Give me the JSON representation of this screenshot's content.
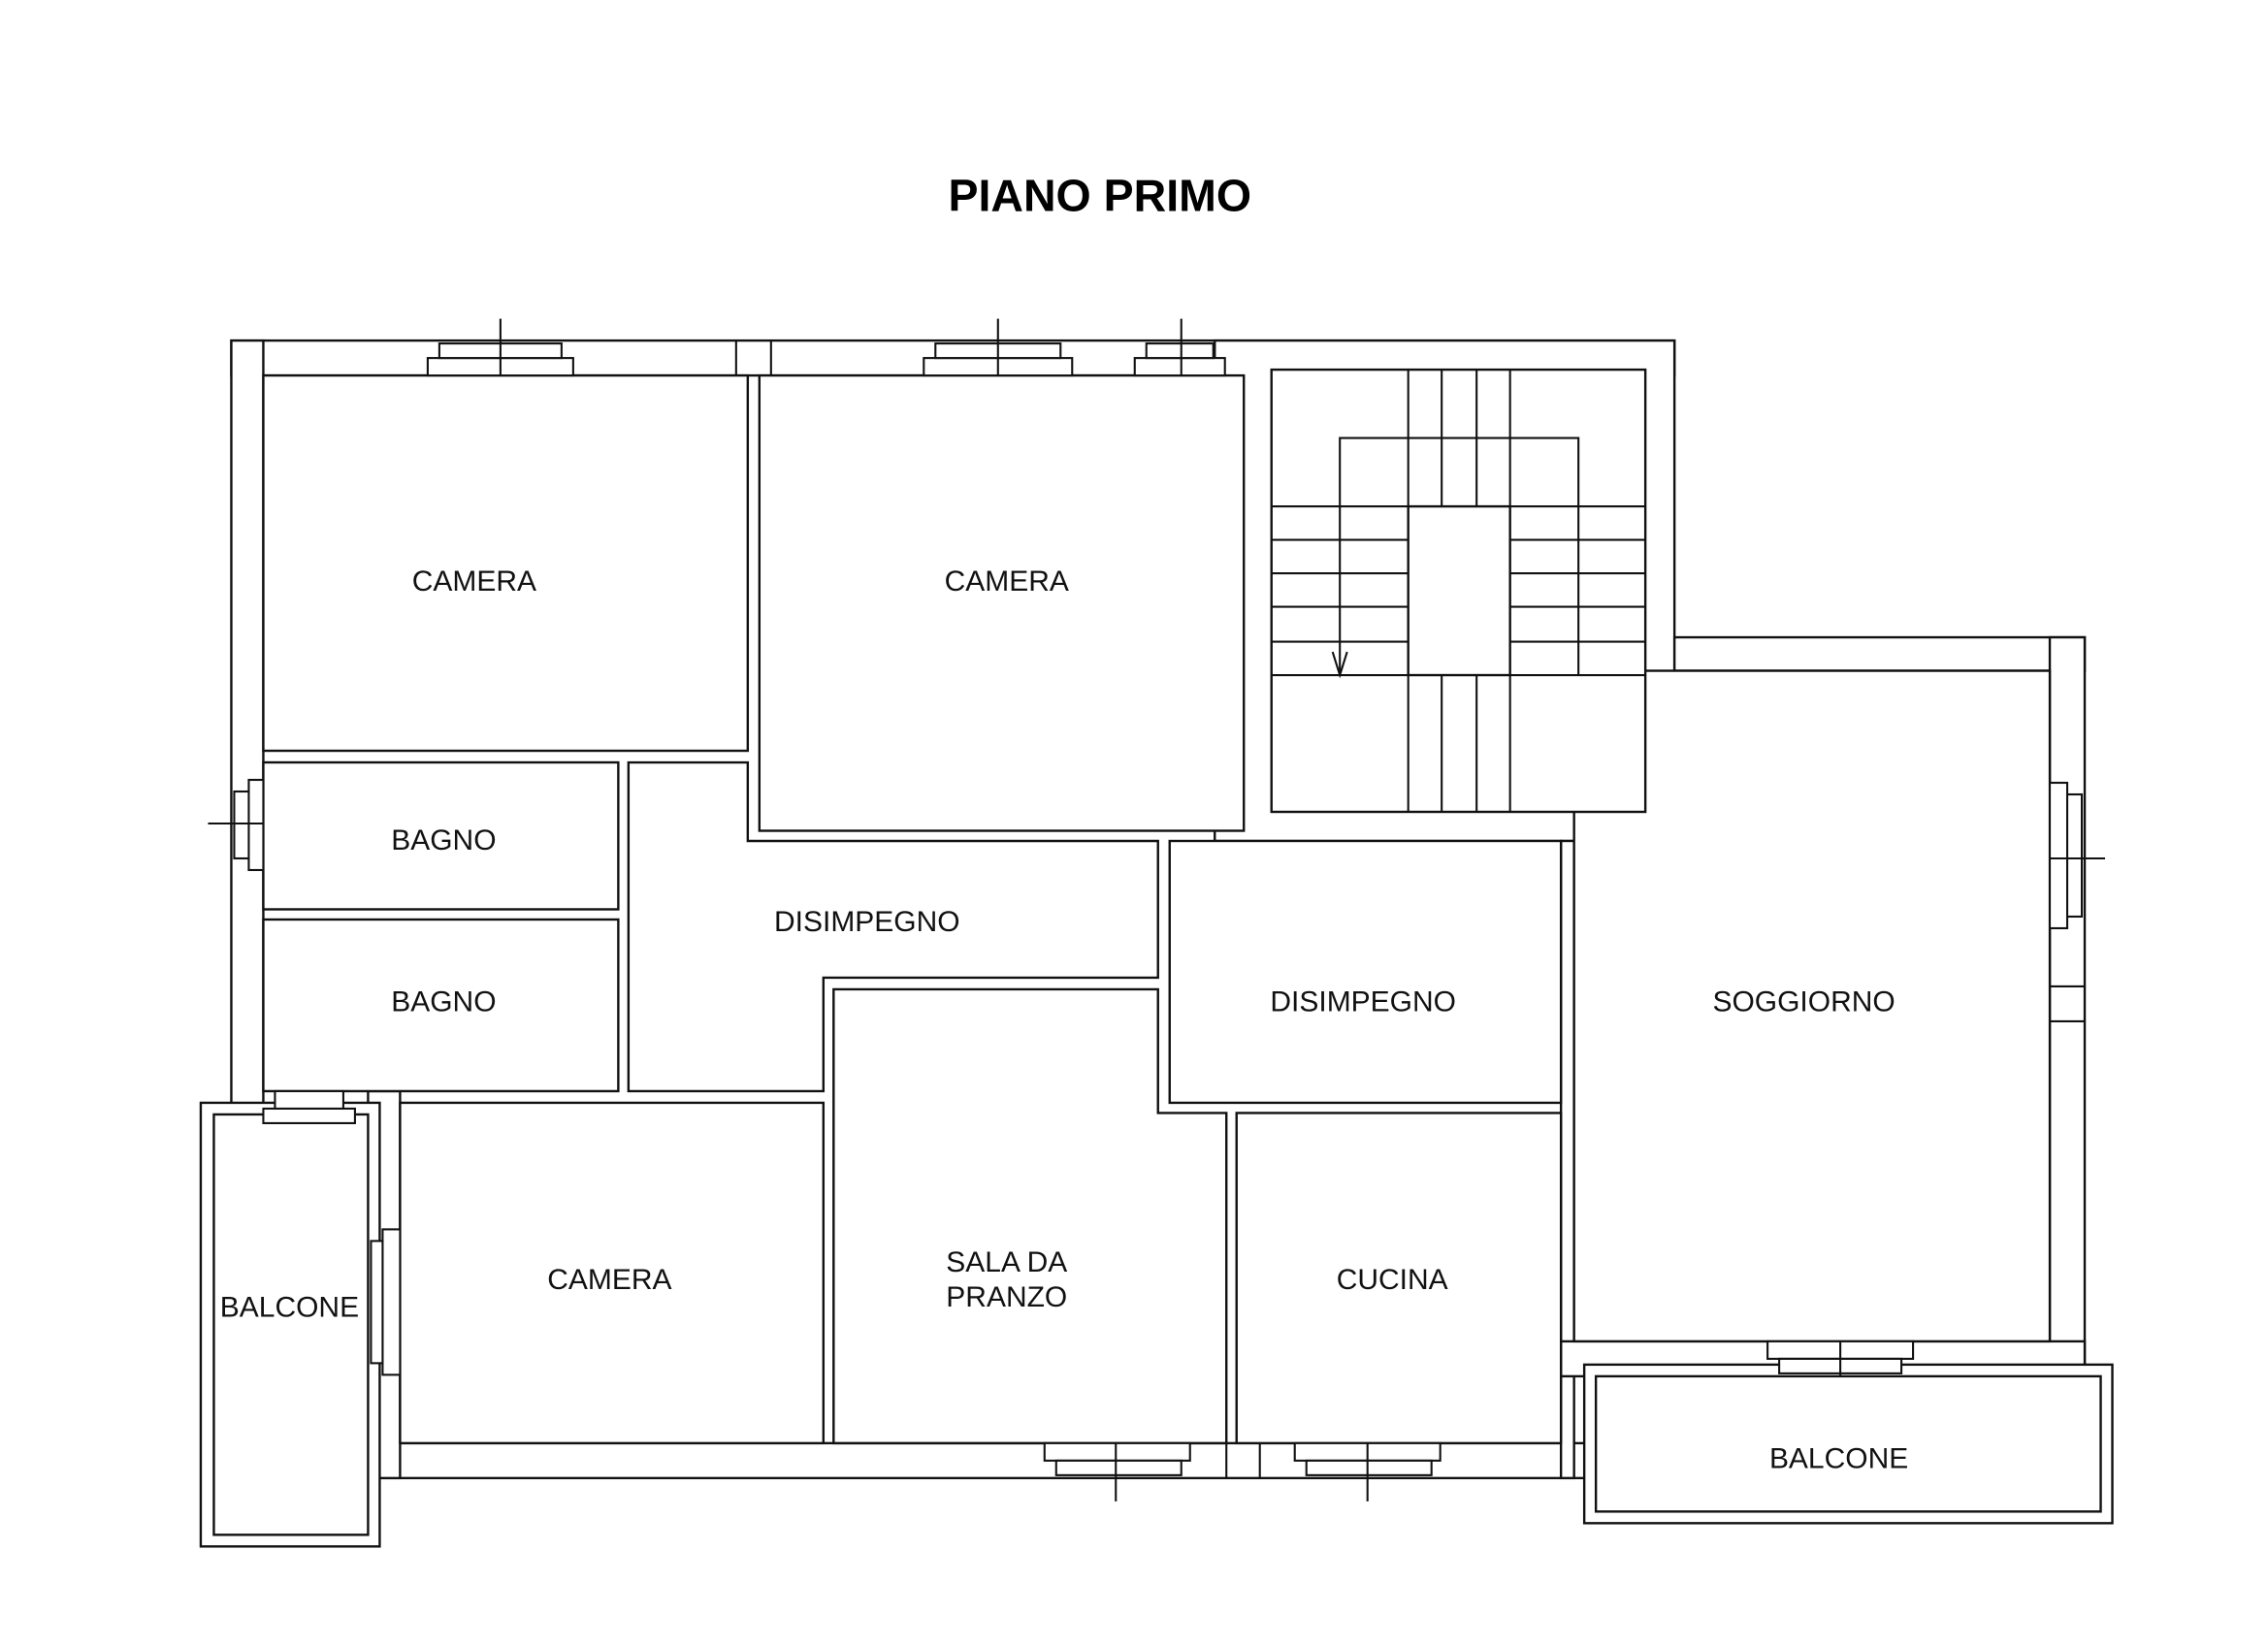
{
  "title": "PIANO PRIMO",
  "rooms": {
    "camera_1": "CAMERA",
    "camera_2": "CAMERA",
    "camera_3": "CAMERA",
    "bagno_1": "BAGNO",
    "bagno_2": "BAGNO",
    "disimpegno_1": "DISIMPEGNO",
    "disimpegno_2": "DISIMPEGNO",
    "soggiorno": "SOGGIORNO",
    "sala_line1": "SALA DA",
    "sala_line2": "PRANZO",
    "cucina": "CUCINA",
    "balcone_left": "BALCONE",
    "balcone_right": "BALCONE"
  }
}
